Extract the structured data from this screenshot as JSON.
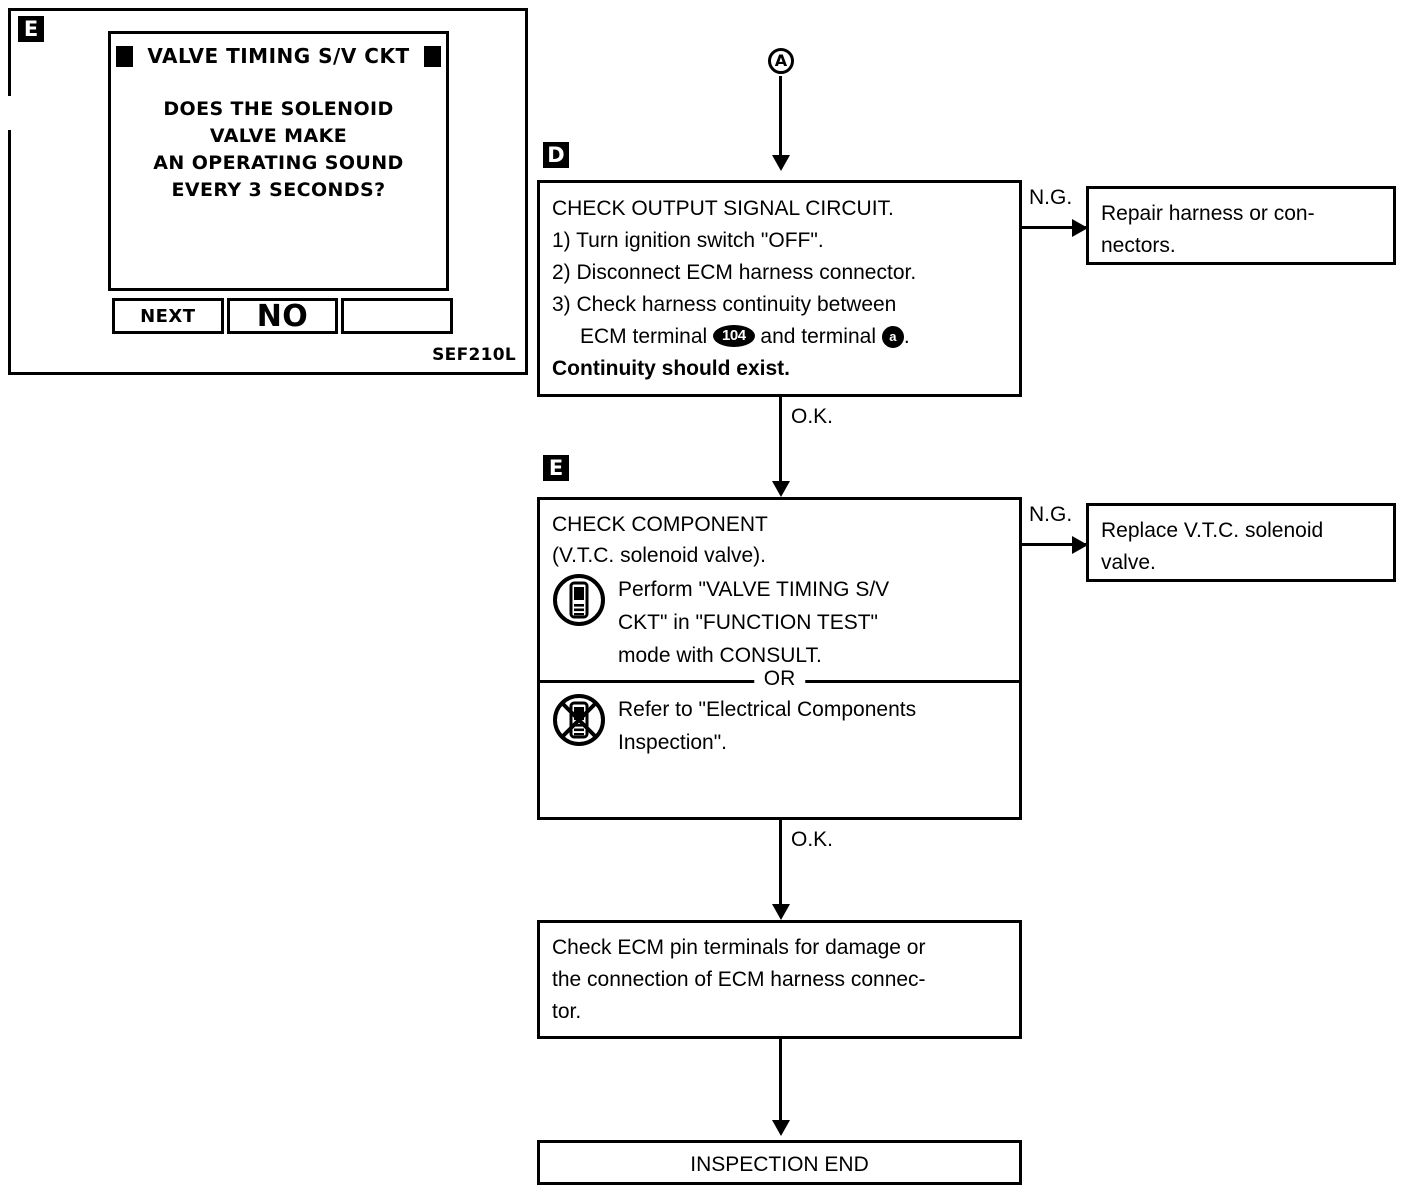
{
  "illustration": {
    "section_badge": "E",
    "figure_code": "SEF210L",
    "screen": {
      "title": "VALVE TIMING S/V CKT",
      "question_lines": [
        "DOES THE SOLENOID",
        "VALVE MAKE",
        "AN OPERATING SOUND",
        "EVERY 3 SECONDS?"
      ],
      "buttons": [
        {
          "label": "NEXT"
        },
        {
          "label": "NO"
        },
        {
          "label": ""
        }
      ]
    }
  },
  "flow": {
    "entry_connector": "A",
    "step_d": {
      "badge": "D",
      "title": "CHECK OUTPUT SIGNAL CIRCUIT.",
      "steps": [
        "1) Turn ignition switch \"OFF\".",
        "2) Disconnect ECM harness connector.",
        "3) Check harness continuity between"
      ],
      "step3_cont_pre": "ECM terminal",
      "step3_terminal_ecm": "104",
      "step3_cont_mid": "and terminal",
      "step3_terminal_other": "a",
      "step3_cont_post": ".",
      "note": "Continuity should exist.",
      "ng_label": "N.G.",
      "ok_label": "O.K.",
      "ng_result": "Repair harness or con-\nnectors.",
      "ng_result_lines": [
        "Repair harness or con-",
        "nectors."
      ]
    },
    "step_e": {
      "badge": "E",
      "title": "CHECK COMPONENT",
      "subtitle": "(V.T.C. solenoid valve).",
      "consult_lines": [
        "Perform \"VALVE TIMING S/V",
        "CKT\" in \"FUNCTION TEST\"",
        "mode with CONSULT."
      ],
      "or_label": "OR",
      "manual_lines": [
        "Refer to \"Electrical Components",
        "Inspection\"."
      ],
      "ng_label": "N.G.",
      "ok_label": "O.K.",
      "ng_result_lines": [
        "Replace V.T.C. solenoid",
        "valve."
      ]
    },
    "step_pin_check": {
      "lines": [
        "Check ECM pin terminals for damage or",
        "the connection of ECM harness connec-",
        "tor."
      ]
    },
    "end": {
      "label": "INSPECTION END"
    }
  },
  "colors": {
    "ink": "#000000",
    "paper": "#ffffff"
  }
}
